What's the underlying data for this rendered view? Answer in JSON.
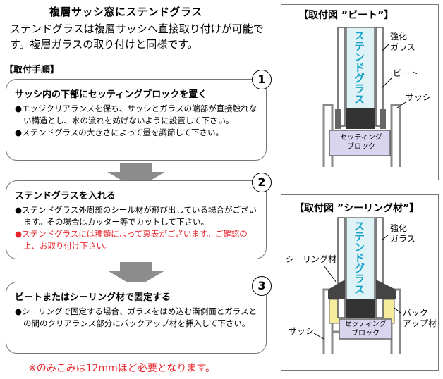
{
  "header": {
    "title": "複層サッシ窓にステンドグラス",
    "intro": "ステンドグラスは複層サッシへ直接取り付けが可能です。複層ガラスの取り付けと同様です。"
  },
  "procedure_label": "【取付手順】",
  "steps": [
    {
      "number": "1",
      "title": "サッシ内の下部にセッティングブロックを置く",
      "bullets": [
        "●エッジクリアランスを保ち、サッシとガラスの端部が直接触れない構造とし、水の流れを妨げないように設置して下さい。",
        "●ステンドグラスの大きさによって量を調節して下さい。"
      ]
    },
    {
      "number": "2",
      "title": "ステンドグラスを入れる",
      "bullets": [
        "●ステンドグラス外周部のシール材が飛び出している場合がございます。その場合はカッター等でカットして下さい。"
      ],
      "warning": "●ステンドグラスには種類によって裏表がございます。ご確認の上、お取り付け下さい。"
    },
    {
      "number": "3",
      "title": "ビートまたはシーリング材で固定する",
      "bullets": [
        "●シーリングで固定する場合、ガラスをはめ込む溝側面とガラスとの間のクリアランス部分にバックアップ材を挿入して下さい。"
      ]
    }
  ],
  "footnote": "※のみこみは12mmほど必要となります。",
  "diagram1": {
    "title": "【取付図 ”ビート”】",
    "vertical_text": "ステンドグラス",
    "labels": {
      "glass": "強化\nガラス",
      "bead": "ビート",
      "sash": "サッシ",
      "block": "セッティング\nブロック"
    }
  },
  "diagram2": {
    "title": "【取付図 ”シーリング材”】",
    "vertical_text": "ステンドグラス",
    "labels": {
      "glass": "強化\nガラス",
      "sealant": "シーリング材",
      "backup": "バック\nアップ材",
      "sash": "サッシ",
      "block": "セッティング\nブロック"
    }
  },
  "colors": {
    "accent_red": "#e8242c",
    "block_fill": "#d9d5ee",
    "backup_fill": "#f5ec9c",
    "glass_fill": "#dff3f7",
    "stained_text": "#1aa3c9"
  }
}
